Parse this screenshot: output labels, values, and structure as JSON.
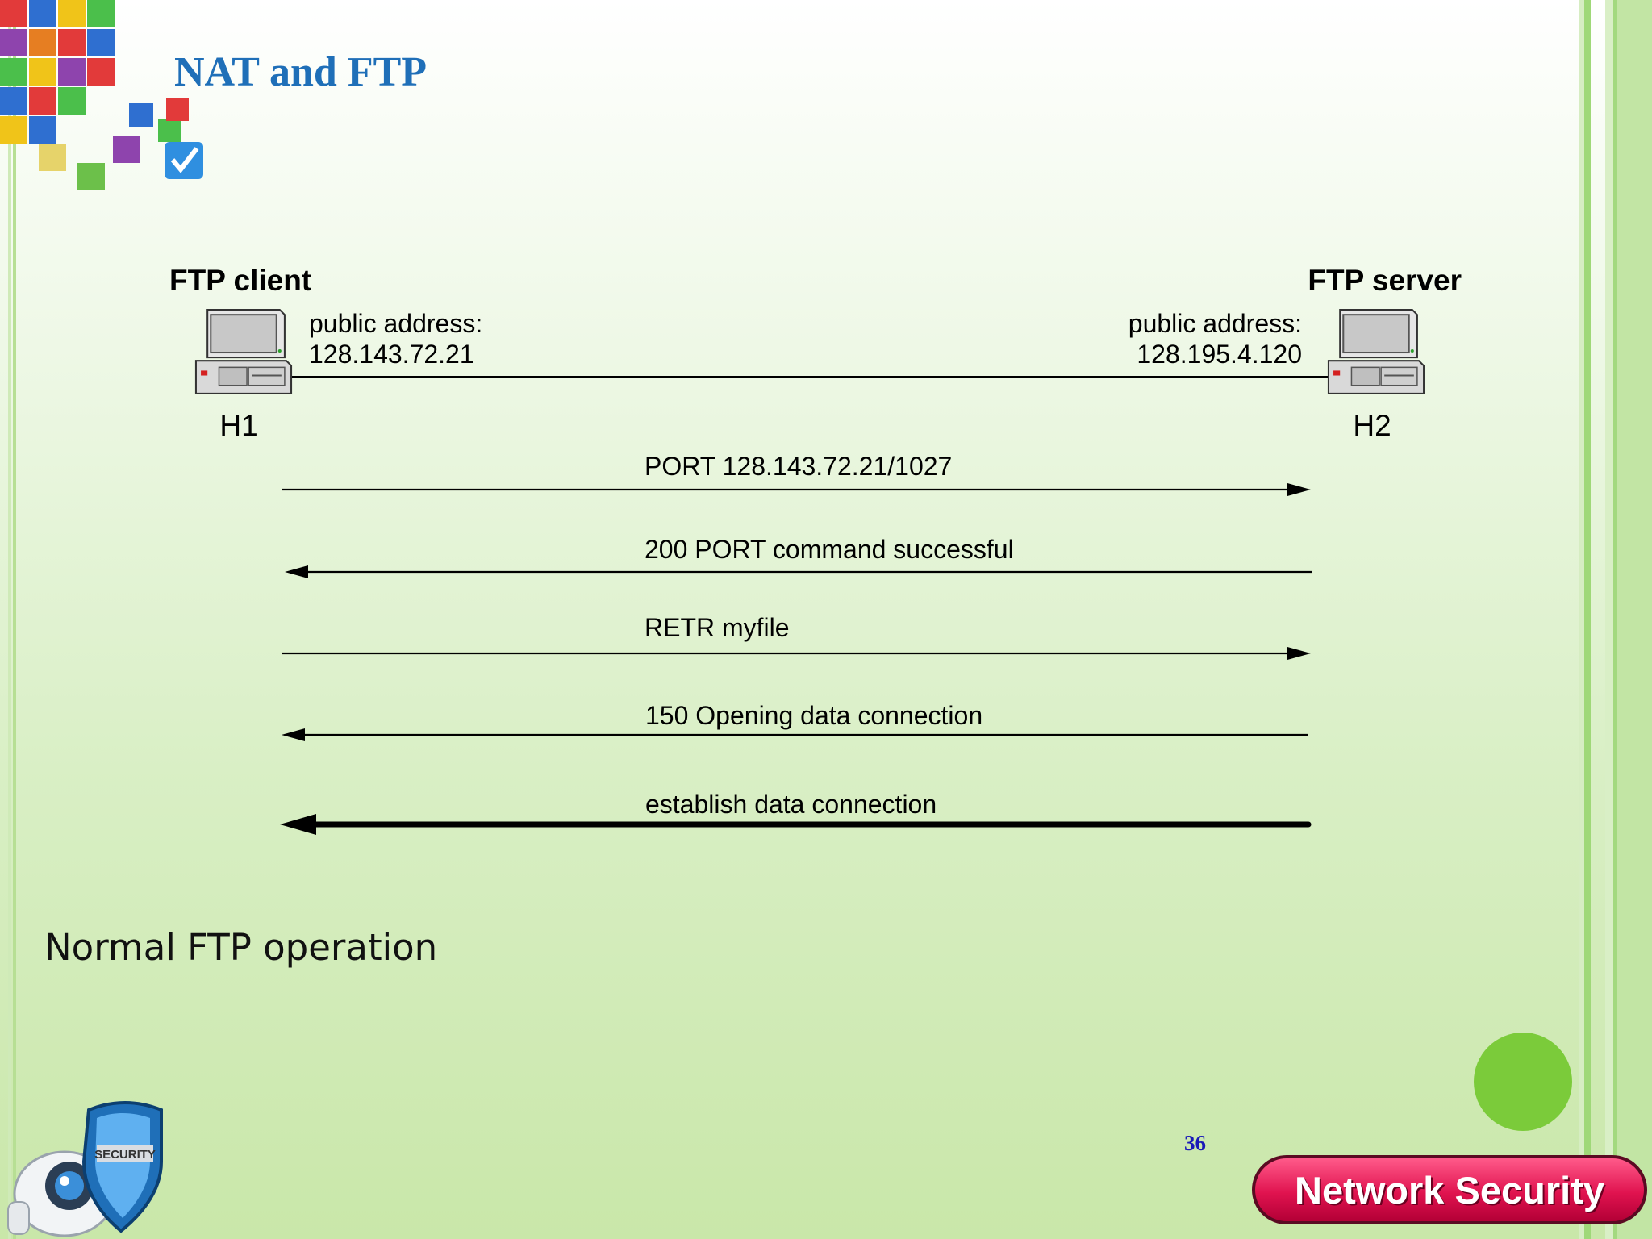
{
  "slide": {
    "title": "NAT and FTP",
    "caption": "Normal FTP operation",
    "page_number": "36",
    "brand_label": "Network Security"
  },
  "diagram": {
    "client": {
      "title": "FTP client",
      "address_label": "public address:",
      "address": "128.143.72.21",
      "host": "H1"
    },
    "server": {
      "title": "FTP server",
      "address_label": "public address:",
      "address": "128.195.4.120",
      "host": "H2"
    },
    "messages": [
      {
        "text": "PORT 128.143.72.21/1027",
        "direction": "client-to-server"
      },
      {
        "text": "200 PORT command successful",
        "direction": "server-to-client"
      },
      {
        "text": "RETR myfile",
        "direction": "client-to-server"
      },
      {
        "text": "150 Opening data connection",
        "direction": "server-to-client"
      },
      {
        "text": "establish data connection",
        "direction": "server-to-client",
        "style": "bold"
      }
    ]
  },
  "icons": [
    "color-cubes-icon",
    "computer-icon",
    "security-robot-icon"
  ],
  "colors": {
    "title": "#1f6fb8",
    "page_number": "#1a1ab8",
    "accent_green": "#7bcb3a",
    "brand_pink": "#e0134f"
  }
}
